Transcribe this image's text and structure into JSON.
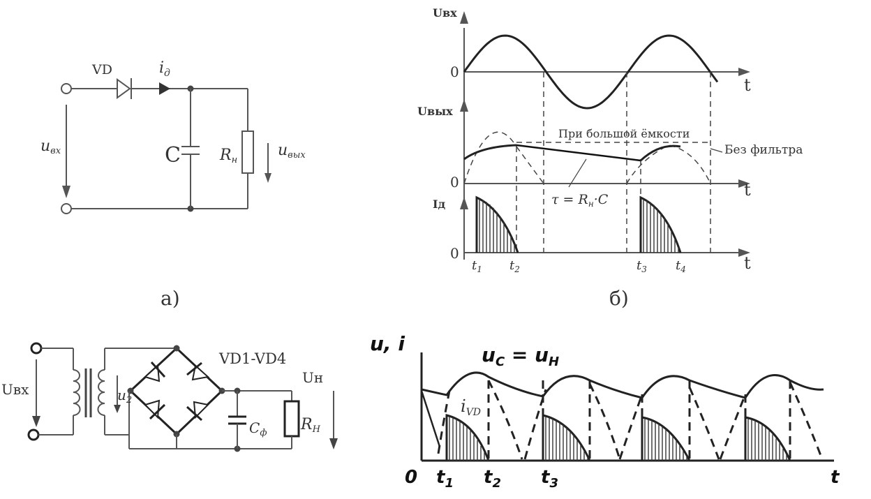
{
  "panel_a": {
    "diode": "VD",
    "current": "i",
    "current_sub": "д",
    "u_in": "u",
    "u_in_sub": "вх",
    "capacitor": "C",
    "resistor": "R",
    "resistor_sub": "н",
    "u_out": "u",
    "u_out_sub": "вых",
    "caption": "а)"
  },
  "panel_b": {
    "u_in_axis": "Uвх",
    "u_out_axis": "Uвых",
    "id_axis": "Iд",
    "zero": "0",
    "t_axis": "t",
    "label_big_cap": "При большой ёмкости",
    "label_no_filter": "Без фильтра",
    "tau": "τ = R",
    "tau_sub": "н",
    "tau_rest": "·C",
    "t1": "t",
    "t1_sub": "1",
    "t2": "t",
    "t2_sub": "2",
    "t3": "t",
    "t3_sub": "3",
    "t4": "t",
    "t4_sub": "4",
    "caption": "б)"
  },
  "panel_c": {
    "u_in": "Uвх",
    "u2": "u",
    "u2_sub": "2",
    "bridge": "VD1-VD4",
    "u_load": "Uн",
    "cap": "C",
    "cap_sub": "ф",
    "res": "R",
    "res_sub": "Н"
  },
  "panel_d": {
    "y_axis": "u, i",
    "uc_label": "u",
    "uc_sub": "C",
    "uc_eq": " = u",
    "uc_eq_sub": "Н",
    "ivd": "i",
    "ivd_sub": "VD",
    "zero": "0",
    "t1": "t",
    "t1_sub": "1",
    "t2": "t",
    "t2_sub": "2",
    "t3": "t",
    "t3_sub": "3",
    "t_axis": "t"
  }
}
